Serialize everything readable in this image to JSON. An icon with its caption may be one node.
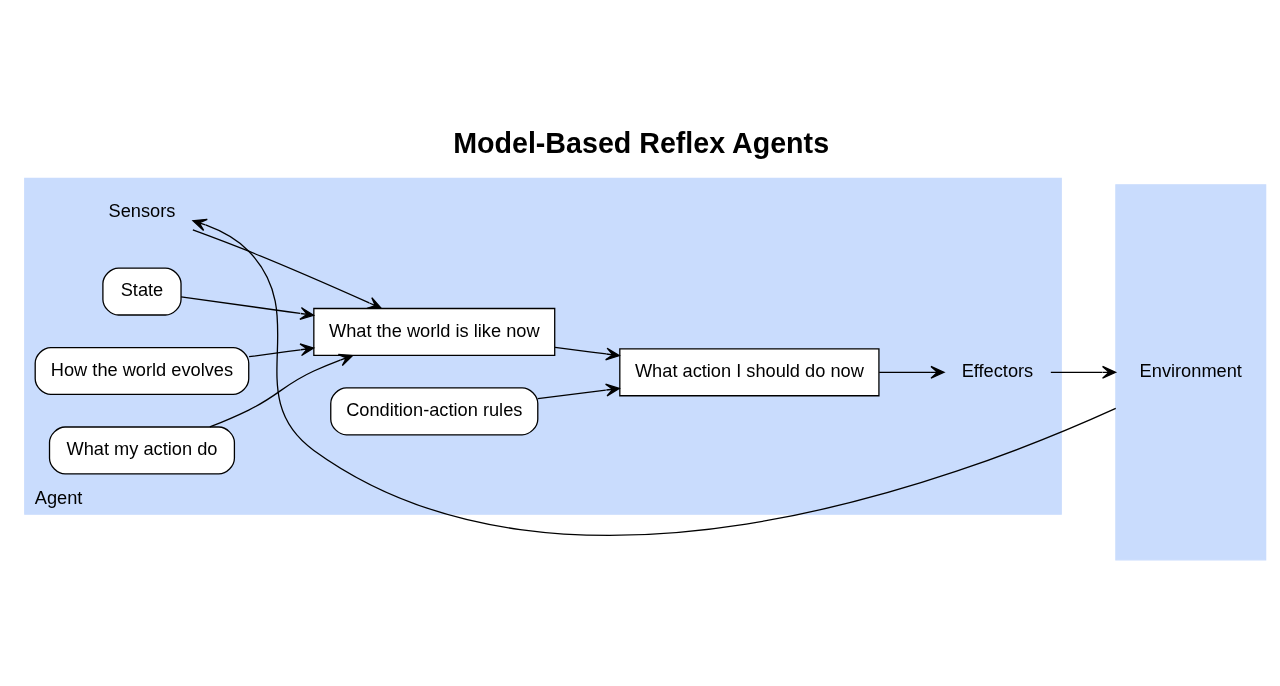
{
  "diagram": {
    "title": "Model-Based Reflex Agents",
    "nodes": [
      {
        "text": [
          "Agent"
        ]
      },
      {
        "text": [
          "Environment"
        ]
      },
      {
        "text": [
          "Sensors"
        ],
        "in": 0
      },
      {
        "text": [
          "State"
        ],
        "in": 0
      },
      {
        "text": [
          "How the world evolves"
        ],
        "in": 0
      },
      {
        "text": [
          "What my action do"
        ],
        "in": 0
      },
      {
        "text": [
          "What the world is like now"
        ],
        "in": 0
      },
      {
        "text": [
          "Condition-action rules"
        ],
        "in": 0
      },
      {
        "text": [
          "What action I should do now"
        ],
        "in": 0
      },
      {
        "text": [
          "Effectors"
        ],
        "in": 0
      }
    ],
    "edges": [
      {
        "from": 1,
        "to": 2,
        "arrow": "to"
      },
      {
        "from": 2,
        "to": 6,
        "arrow": "to"
      },
      {
        "from": 3,
        "to": 6,
        "arrow": "to"
      },
      {
        "from": 4,
        "to": 6,
        "arrow": "to"
      },
      {
        "from": 5,
        "to": 6,
        "arrow": "to"
      },
      {
        "from": 6,
        "to": 8,
        "arrow": "to"
      },
      {
        "from": 7,
        "to": 8,
        "arrow": "to"
      },
      {
        "from": 8,
        "to": 9,
        "arrow": "to"
      },
      {
        "from": 9,
        "to": 1,
        "arrow": "to"
      }
    ]
  }
}
